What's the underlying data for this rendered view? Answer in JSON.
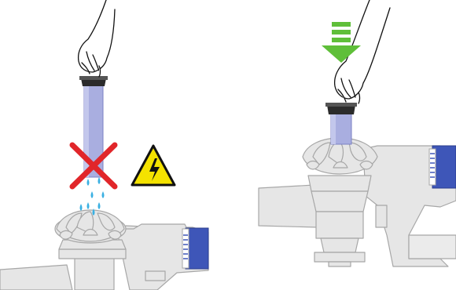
{
  "panels": [
    {
      "id": "left",
      "status": "incorrect",
      "shows": [
        "hand-holding-filter",
        "filter-with-dripping-water",
        "red-cross",
        "electrical-warning-sign",
        "vacuum-unit"
      ]
    },
    {
      "id": "right",
      "status": "correct",
      "shows": [
        "hand-holding-filter",
        "green-down-arrow",
        "filter-inserted",
        "vacuum-unit"
      ]
    }
  ],
  "colors": {
    "filter": "#a9aee0",
    "filter_dark": "#7c82c4",
    "cross": "#e1262a",
    "warning": "#f4e200",
    "water": "#3ab0e2",
    "arrow": "#5fbf39",
    "body": "#e6e6e6",
    "body_stroke": "#a7a7a7",
    "bin_blue": "#3e56b8",
    "seal": "#2b2b2b"
  },
  "icons": {
    "prohibited": "red-cross-icon",
    "warning": "electrical-hazard-icon",
    "insert_arrow": "down-arrow-icon"
  }
}
